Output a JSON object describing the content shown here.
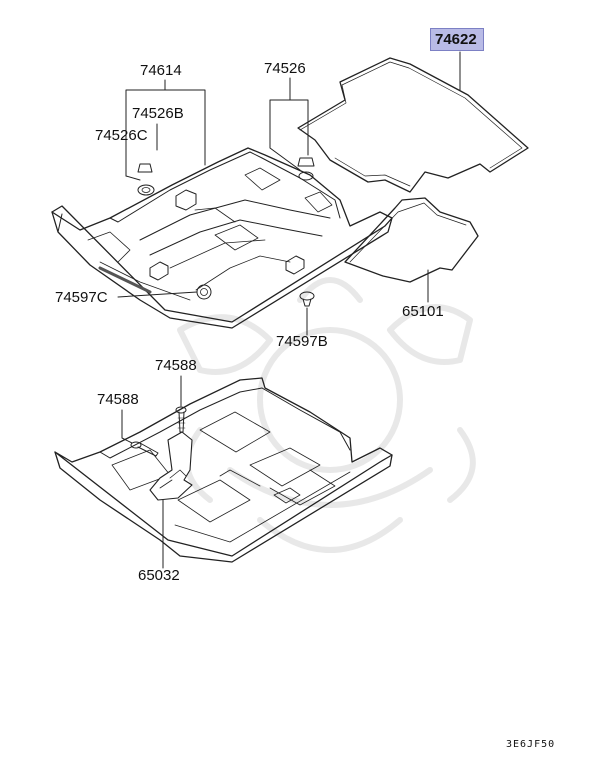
{
  "diagram": {
    "parts": {
      "p74622": "74622",
      "p74614": "74614",
      "p74526": "74526",
      "p74526b": "74526B",
      "p74526c": "74526C",
      "p74597c": "74597C",
      "p74597b": "74597B",
      "p65101": "65101",
      "p74588_top": "74588",
      "p74588_left": "74588",
      "p65032": "65032"
    },
    "highlighted_part": "74622",
    "highlight_color": "#b9bbe6",
    "diagram_code": "3E6JF50"
  }
}
